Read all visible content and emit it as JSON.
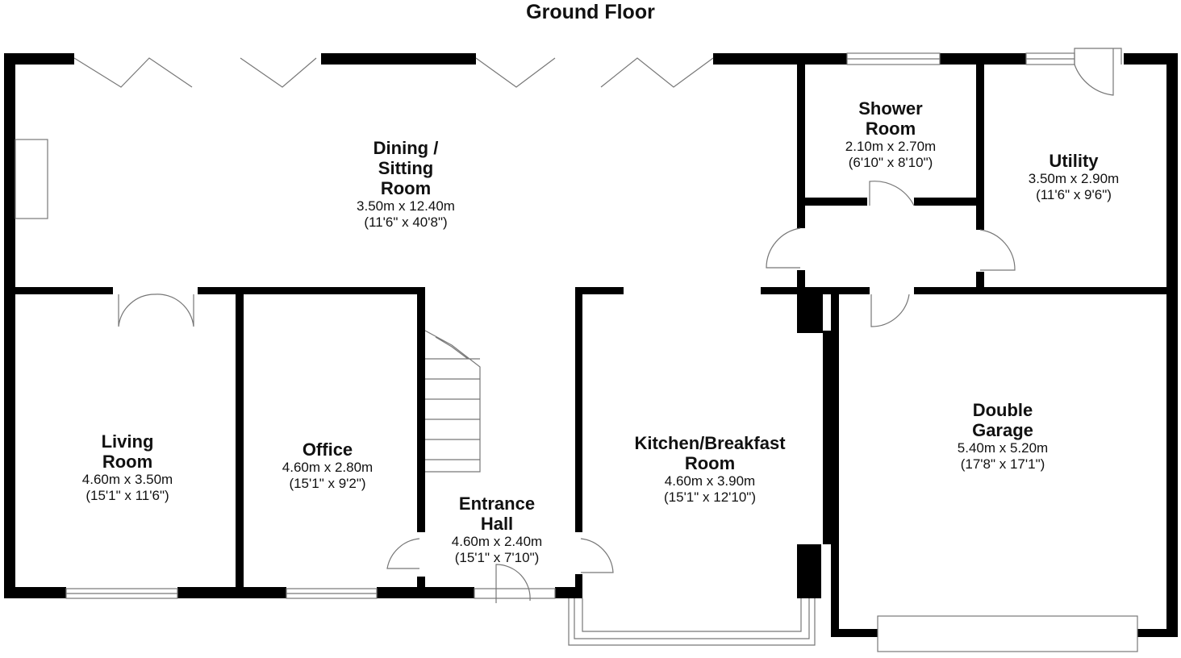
{
  "title": "Ground Floor",
  "rooms": [
    {
      "name_lines": [
        "Dining /",
        "Sitting",
        "Room"
      ],
      "metric": "3.50m x 12.40m",
      "imperial": "(11'6\" x 40'8\")"
    },
    {
      "name_lines": [
        "Shower",
        "Room"
      ],
      "metric": "2.10m x 2.70m",
      "imperial": "(6'10\" x 8'10\")"
    },
    {
      "name_lines": [
        "Utility"
      ],
      "metric": "3.50m x 2.90m",
      "imperial": "(11'6\" x 9'6\")"
    },
    {
      "name_lines": [
        "Living",
        "Room"
      ],
      "metric": "4.60m x 3.50m",
      "imperial": "(15'1\" x 11'6\")"
    },
    {
      "name_lines": [
        "Office"
      ],
      "metric": "4.60m x 2.80m",
      "imperial": "(15'1\" x 9'2\")"
    },
    {
      "name_lines": [
        "Entrance",
        "Hall"
      ],
      "metric": "4.60m x 2.40m",
      "imperial": "(15'1\" x 7'10\")"
    },
    {
      "name_lines": [
        "Kitchen/Breakfast",
        "Room"
      ],
      "metric": "4.60m x 3.90m",
      "imperial": "(15'1\" x 12'10\")"
    },
    {
      "name_lines": [
        "Double",
        "Garage"
      ],
      "metric": "5.40m x 5.20m",
      "imperial": "(17'8\" x 17'1\")"
    }
  ],
  "colors": {
    "wall": "#000000",
    "fixture": "#888888"
  }
}
